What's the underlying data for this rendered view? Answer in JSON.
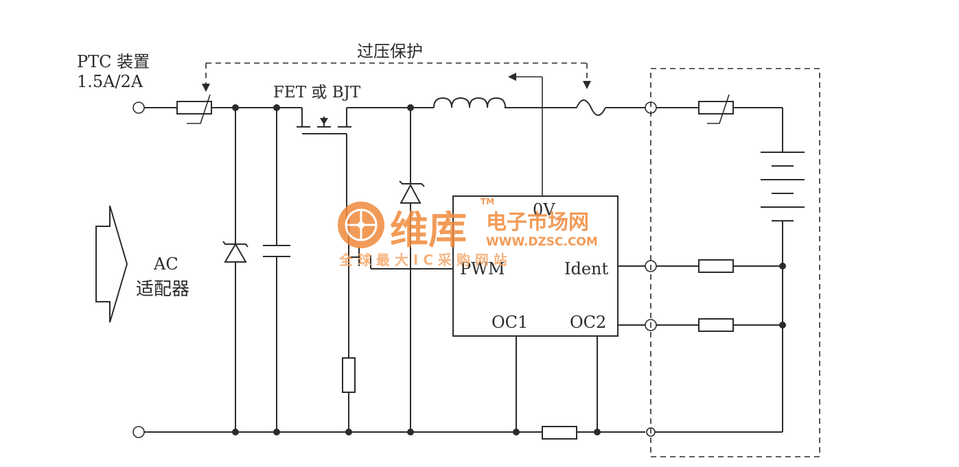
{
  "labels": {
    "ptc_device_line1": "PTC 装置",
    "ptc_device_line2": "1.5A/2A",
    "overvoltage_protection": "过压保护",
    "fet_or_bjt": "FET 或 BJT",
    "ac_adapter_line1": "AC",
    "ac_adapter_line2": "适配器",
    "ic_0v": "0V",
    "ic_pwm": "PWM",
    "ic_ident": "Ident",
    "ic_oc1": "OC1",
    "ic_oc2": "OC2"
  },
  "watermark": {
    "brand_cn": "维库",
    "brand_sub": "电子市场网",
    "tm": "TM",
    "url": "WWW.DZSC.COM",
    "slogan": "全 球 最 大 I C 采 购 网 站",
    "color_primary": "#f08a3c",
    "color_secondary": "#f5a86a"
  },
  "colors": {
    "line": "#2b2b2b",
    "background": "#ffffff"
  }
}
